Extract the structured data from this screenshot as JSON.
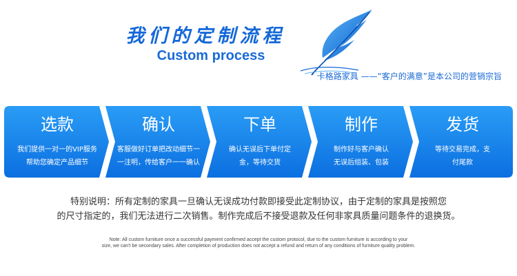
{
  "header": {
    "title_cn": "我们的定制流程",
    "title_en": "Custom process",
    "slogan": "卡格路家具 ——“客户的满意”是本公司的营销宗旨"
  },
  "steps": [
    {
      "title": "选款",
      "desc_line1": "我们提供一对一的VIP服务",
      "desc_line2": "帮助您确定产品细节"
    },
    {
      "title": "确认",
      "desc_line1": "客服做好订单把改动细节一",
      "desc_line2": "一注明，传给客户一一确认"
    },
    {
      "title": "下单",
      "desc_line1": "确认无误后下单付定",
      "desc_line2": "金，等待交货"
    },
    {
      "title": "制作",
      "desc_line1": "制作好与客户确认",
      "desc_line2": "无误后组装、包装"
    },
    {
      "title": "发货",
      "desc_line1": "等待交易完成，支",
      "desc_line2": "付尾款"
    }
  ],
  "note": {
    "cn_line1": "特别说明：所有定制的家具一旦确认无误成功付款即接受此定制协议，由于定制的家具是按照您",
    "cn_line2": "的尺寸指定的，我们无法进行二次销售。制作完成后不接受退款及任何非家具质量问题条件的退换货。",
    "en_line1": "Note: All custom furniture once a successful payment confirmed accept the custom protocol, due to the custom furniture is according to your",
    "en_line2": "size, we can't be secondary sales. After completion of production does not accept a refund and return of any conditions of furniture quality problem."
  },
  "colors": {
    "brand_blue": "#1468d8",
    "arrow_top": "#2a9cf6",
    "arrow_bottom": "#0b6fe0"
  },
  "icons": {
    "logo": "quill-pen-icon"
  }
}
